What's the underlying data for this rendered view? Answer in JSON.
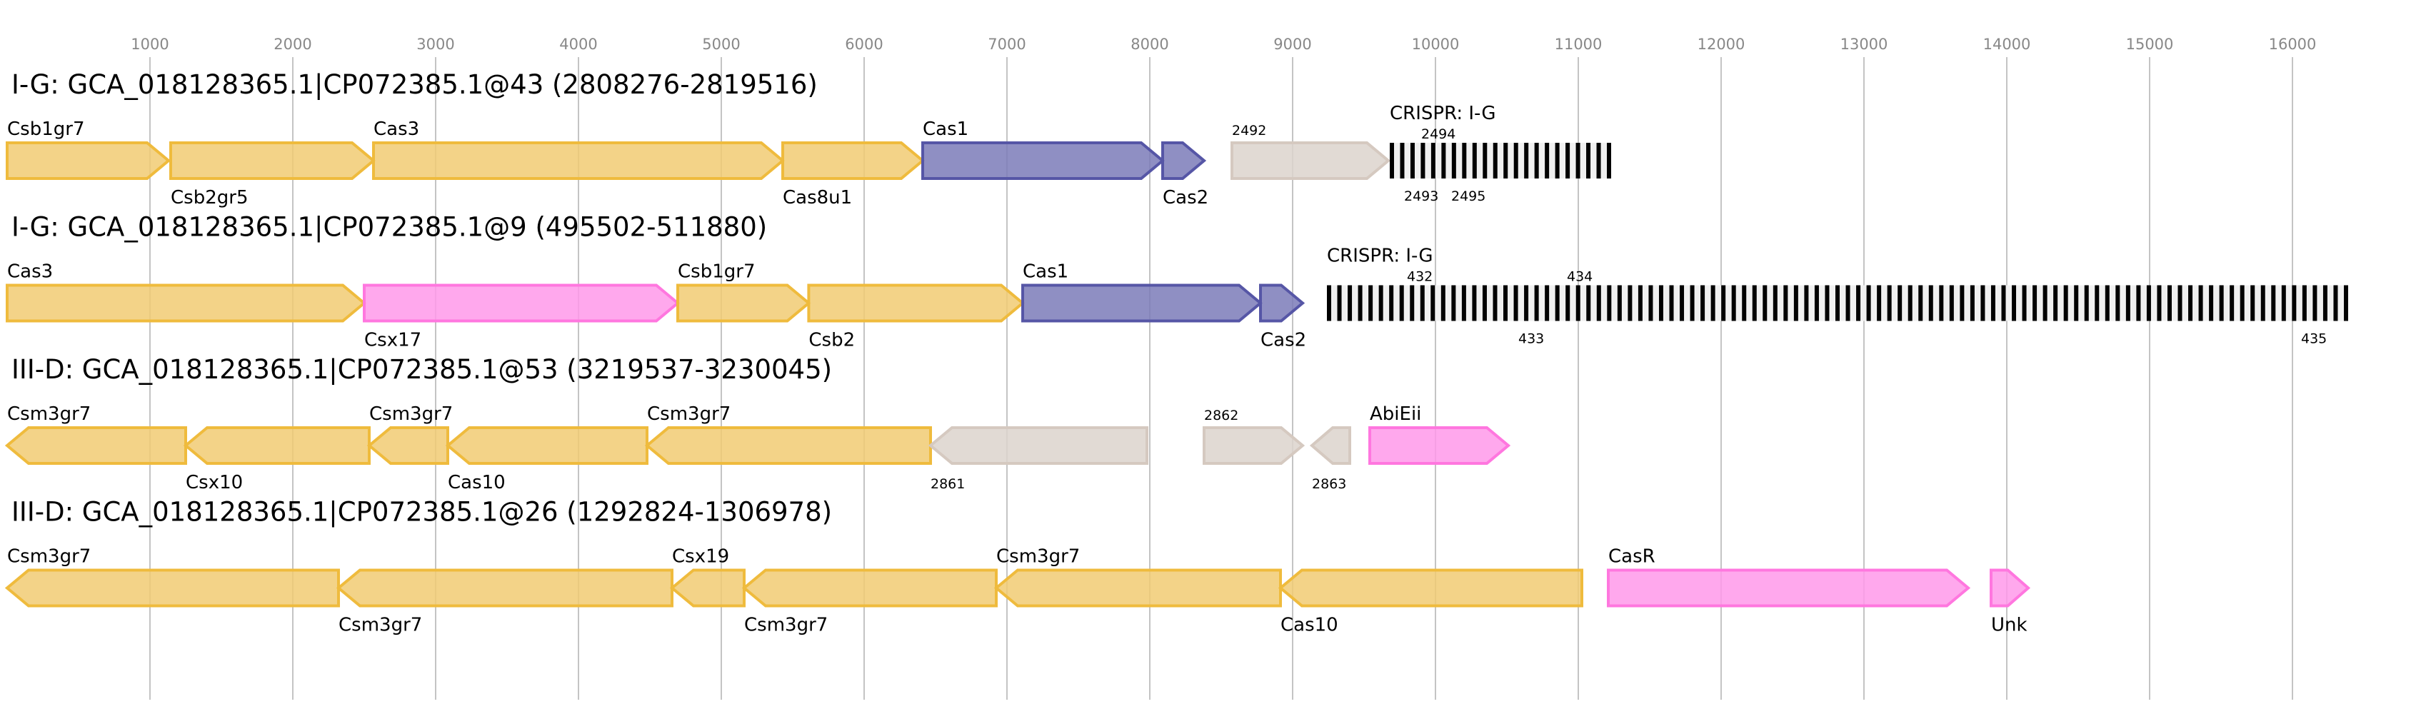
{
  "axis": {
    "min": 0,
    "max": 16500,
    "ticks": [
      1000,
      2000,
      3000,
      4000,
      5000,
      6000,
      7000,
      8000,
      9000,
      10000,
      11000,
      12000,
      13000,
      14000,
      15000,
      16000
    ],
    "grid": true
  },
  "colors": {
    "yellow": {
      "fill": "#f1cb73",
      "stroke": "#efbb3d"
    },
    "blue": {
      "fill": "#7b7bb8",
      "stroke": "#5656a6"
    },
    "gray": {
      "fill": "#dcd3cd",
      "stroke": "#d5c9c0"
    },
    "pink": {
      "fill": "#ff99ea",
      "stroke": "#ff77df"
    },
    "crispr_repeat": "#000000",
    "crispr_spacer": "#f0f0f0"
  },
  "rows": [
    {
      "title": "I-G: GCA_018128365.1|CP072385.1@43 (2808276-2819516)",
      "genes": [
        {
          "name": "Csb1gr7",
          "start": 0,
          "end": 1130,
          "strand": "+",
          "color": "yellow",
          "label_side": "above"
        },
        {
          "name": "Csb2gr5",
          "start": 1145,
          "end": 2565,
          "strand": "+",
          "color": "yellow",
          "label_side": "below"
        },
        {
          "name": "Cas3",
          "start": 2565,
          "end": 5430,
          "strand": "+",
          "color": "yellow",
          "label_side": "above"
        },
        {
          "name": "Cas8u1",
          "start": 5430,
          "end": 6410,
          "strand": "+",
          "color": "yellow",
          "label_side": "below"
        },
        {
          "name": "Cas1",
          "start": 6410,
          "end": 8090,
          "strand": "+",
          "color": "blue",
          "label_side": "above"
        },
        {
          "name": "Cas2",
          "start": 8090,
          "end": 8380,
          "strand": "+",
          "color": "blue",
          "label_side": "below"
        },
        {
          "name": "2492",
          "start": 8575,
          "end": 9670,
          "strand": "+",
          "color": "gray",
          "label_side": "above",
          "numeric": true
        }
      ],
      "crispr": {
        "label": "CRISPR: I-G",
        "start": 9680,
        "end": 11230,
        "repeats": 22,
        "spacer_labels": [
          {
            "text": "2494",
            "pos": 9900,
            "side": "above"
          },
          {
            "text": "2493",
            "pos": 9780,
            "side": "below"
          },
          {
            "text": "2495",
            "pos": 10110,
            "side": "below"
          }
        ]
      }
    },
    {
      "title": "I-G: GCA_018128365.1|CP072385.1@9 (495502-511880)",
      "genes": [
        {
          "name": "Cas3",
          "start": 0,
          "end": 2500,
          "strand": "+",
          "color": "yellow",
          "label_side": "above"
        },
        {
          "name": "Csx17",
          "start": 2500,
          "end": 4695,
          "strand": "+",
          "color": "pink",
          "label_side": "below"
        },
        {
          "name": "Csb1gr7",
          "start": 4695,
          "end": 5612,
          "strand": "+",
          "color": "yellow",
          "label_side": "above"
        },
        {
          "name": "Csb2",
          "start": 5612,
          "end": 7110,
          "strand": "+",
          "color": "yellow",
          "label_side": "below"
        },
        {
          "name": "Cas1",
          "start": 7110,
          "end": 8775,
          "strand": "+",
          "color": "blue",
          "label_side": "above"
        },
        {
          "name": "Cas2",
          "start": 8775,
          "end": 9070,
          "strand": "+",
          "color": "blue",
          "label_side": "below"
        }
      ],
      "crispr": {
        "label": "CRISPR: I-G",
        "start": 9240,
        "end": 16390,
        "repeats": 99,
        "spacer_labels": [
          {
            "text": "432",
            "pos": 9800,
            "side": "above"
          },
          {
            "text": "434",
            "pos": 10920,
            "side": "above"
          },
          {
            "text": "433",
            "pos": 10580,
            "side": "below"
          },
          {
            "text": "435",
            "pos": 16060,
            "side": "below"
          }
        ]
      }
    },
    {
      "title": "III-D: GCA_018128365.1|CP072385.1@53 (3219537-3230045)",
      "genes": [
        {
          "name": "Csm3gr7",
          "start": 0,
          "end": 1250,
          "strand": "-",
          "color": "yellow",
          "label_side": "above"
        },
        {
          "name": "Csx10",
          "start": 1250,
          "end": 2535,
          "strand": "-",
          "color": "yellow",
          "label_side": "below"
        },
        {
          "name": "Csm3gr7",
          "start": 2535,
          "end": 3085,
          "strand": "-",
          "color": "yellow",
          "label_side": "above"
        },
        {
          "name": "Cas10",
          "start": 3085,
          "end": 4480,
          "strand": "-",
          "color": "yellow",
          "label_side": "below"
        },
        {
          "name": "Csm3gr7",
          "start": 4480,
          "end": 6465,
          "strand": "-",
          "color": "yellow",
          "label_side": "above"
        },
        {
          "name": "2861",
          "start": 6465,
          "end": 7980,
          "strand": "-",
          "color": "gray",
          "label_side": "below",
          "numeric": true
        },
        {
          "name": "2862",
          "start": 8380,
          "end": 9070,
          "strand": "+",
          "color": "gray",
          "label_side": "above",
          "numeric": true
        },
        {
          "name": "2863",
          "start": 9135,
          "end": 9400,
          "strand": "-",
          "color": "gray",
          "label_side": "below",
          "numeric": true
        },
        {
          "name": "AbiEii",
          "start": 9540,
          "end": 10510,
          "strand": "+",
          "color": "pink",
          "label_side": "above"
        }
      ]
    },
    {
      "title": "III-D: GCA_018128365.1|CP072385.1@26 (1292824-1306978)",
      "genes": [
        {
          "name": "Csm3gr7",
          "start": 0,
          "end": 2320,
          "strand": "-",
          "color": "yellow",
          "label_side": "above"
        },
        {
          "name": "Csm3gr7",
          "start": 2320,
          "end": 4655,
          "strand": "-",
          "color": "yellow",
          "label_side": "below"
        },
        {
          "name": "Csx19",
          "start": 4655,
          "end": 5160,
          "strand": "-",
          "color": "yellow",
          "label_side": "above"
        },
        {
          "name": "Csm3gr7",
          "start": 5160,
          "end": 6925,
          "strand": "-",
          "color": "yellow",
          "label_side": "below"
        },
        {
          "name": "Csm3gr7",
          "start": 6925,
          "end": 8915,
          "strand": "-",
          "color": "yellow",
          "label_side": "above"
        },
        {
          "name": "Cas10",
          "start": 8915,
          "end": 11025,
          "strand": "-",
          "color": "yellow",
          "label_side": "below"
        },
        {
          "name": "CasR",
          "start": 11210,
          "end": 13730,
          "strand": "+",
          "color": "pink",
          "label_side": "above"
        },
        {
          "name": "Unk",
          "start": 13890,
          "end": 14150,
          "strand": "+",
          "color": "pink",
          "label_side": "below"
        }
      ]
    }
  ]
}
